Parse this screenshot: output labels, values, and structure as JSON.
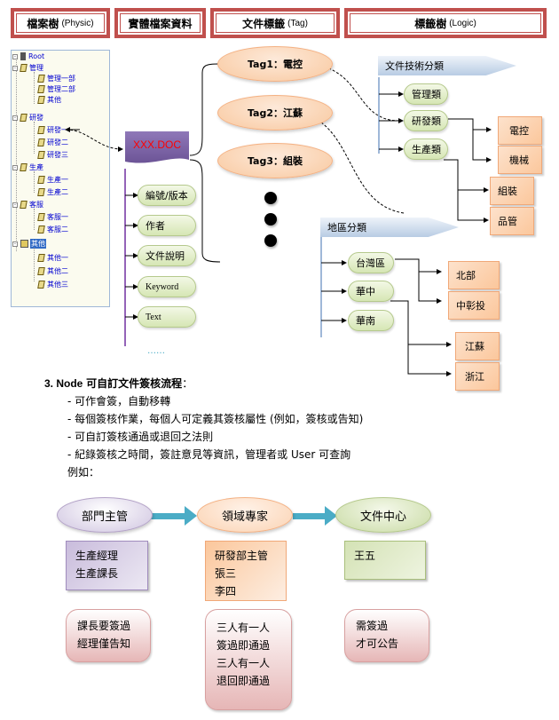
{
  "headers": [
    {
      "zh": "檔案樹",
      "en": "(Physic)"
    },
    {
      "zh": "實體檔案資料",
      "en": ""
    },
    {
      "zh": "文件標籤",
      "en": "(Tag)"
    },
    {
      "zh": "標籤樹",
      "en": "(Logic)"
    }
  ],
  "tree": {
    "root": "Root",
    "groups": [
      {
        "label": "管理",
        "children": [
          "管理一部",
          "管理二部",
          "其他"
        ]
      },
      {
        "label": "研發",
        "children": [
          "研發一",
          "研發二",
          "研發三"
        ]
      },
      {
        "label": "生產",
        "children": [
          "生產一",
          "生產二"
        ]
      },
      {
        "label": "客服",
        "children": [
          "客服一",
          "客服二"
        ]
      },
      {
        "label": "其他",
        "children": [
          "其他一",
          "其他二",
          "其他三"
        ],
        "selected": true
      }
    ]
  },
  "document": {
    "name": "XXX.DOC",
    "attributes": [
      "編號/版本",
      "作者",
      "文件說明",
      "Keyword",
      "Text"
    ],
    "more": "……"
  },
  "tags": [
    "Tag1：電控",
    "Tag2：江蘇",
    "Tag3：組裝"
  ],
  "logic_tree": {
    "tech": {
      "title": "文件技術分類",
      "categories": [
        "管理類",
        "研發類",
        "生產類"
      ],
      "leaves": [
        {
          "parent": "研發類",
          "label": "電控"
        },
        {
          "parent": "研發類",
          "label": "機械"
        },
        {
          "parent": "生產類",
          "label": "組裝"
        },
        {
          "parent": "生產類",
          "label": "品管"
        }
      ]
    },
    "region": {
      "title": "地區分類",
      "categories": [
        "台灣區",
        "華中",
        "華南"
      ],
      "leaves": [
        {
          "parent": "台灣區",
          "label": "北部"
        },
        {
          "parent": "台灣區",
          "label": "中彰投"
        },
        {
          "parent": "華中",
          "label": "江蘇"
        },
        {
          "parent": "華中",
          "label": "浙江"
        }
      ]
    }
  },
  "section3": {
    "title_num": "3. Node",
    "title_text": "可自訂文件簽核流程",
    "title_colon": "：",
    "bullets": [
      "- 可作會簽，自動移轉",
      "-  每個簽核作業，每個人可定義其簽核屬性 (例如，簽核或告知)",
      "- 可自訂簽核通過或退回之法則",
      "- 紀錄簽核之時間，簽註意見等資訊，管理者或 User 可查詢"
    ],
    "example": "例如："
  },
  "flow": [
    {
      "stage": "部門主管",
      "members": [
        "生產經理",
        "生產課長"
      ],
      "rule": [
        "課長要簽過",
        "經理僅告知"
      ],
      "color": "#b3a2c7"
    },
    {
      "stage": "領域專家",
      "members": [
        "研發部主管",
        "張三",
        "李四"
      ],
      "rule": [
        "三人有一人",
        "簽過即通過",
        "三人有一人",
        "退回即通過"
      ],
      "color": "#fac090"
    },
    {
      "stage": "文件中心",
      "members": [
        "王五"
      ],
      "rule": [
        "需簽過",
        "才可公告"
      ],
      "color": "#c3d69b"
    }
  ],
  "colors": {
    "header_border": "#c0504d",
    "doc_fill": "#8064a2",
    "doc_text": "#ff0000",
    "flow_arrow": "#4bacc6",
    "tree_text": "#0000d0"
  }
}
